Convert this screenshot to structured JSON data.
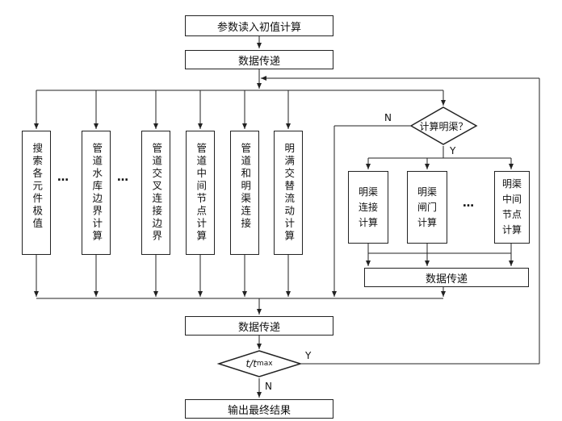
{
  "nodes": {
    "read_params": "参数读入初值计算",
    "transfer_top": "数据传递",
    "search_extremes": "搜索各元件极值",
    "pipe_reservoir": "管道水库边界计算",
    "pipe_junction": "管道交叉连接边界",
    "pipe_middle": "管道中间节点计算",
    "pipe_channel": "管道和明渠连接",
    "mixed_flow": "明满交替流动计算",
    "decision_channel": "计算明渠？",
    "channel_connect": "明渠\n连接\n计算",
    "channel_gate": "明渠\n闸门\n计算",
    "channel_middle": "明渠\n中间\n节点\n计算",
    "transfer_channel": "数据传递",
    "transfer_bottom": "数据传递",
    "decision_time": "t/t",
    "decision_time_sub": "max",
    "output": "输出最终结果"
  },
  "labels": {
    "no_channel": "N",
    "yes_channel": "Y",
    "yes_time": "Y",
    "no_time": "N",
    "ellipsis": "…"
  }
}
